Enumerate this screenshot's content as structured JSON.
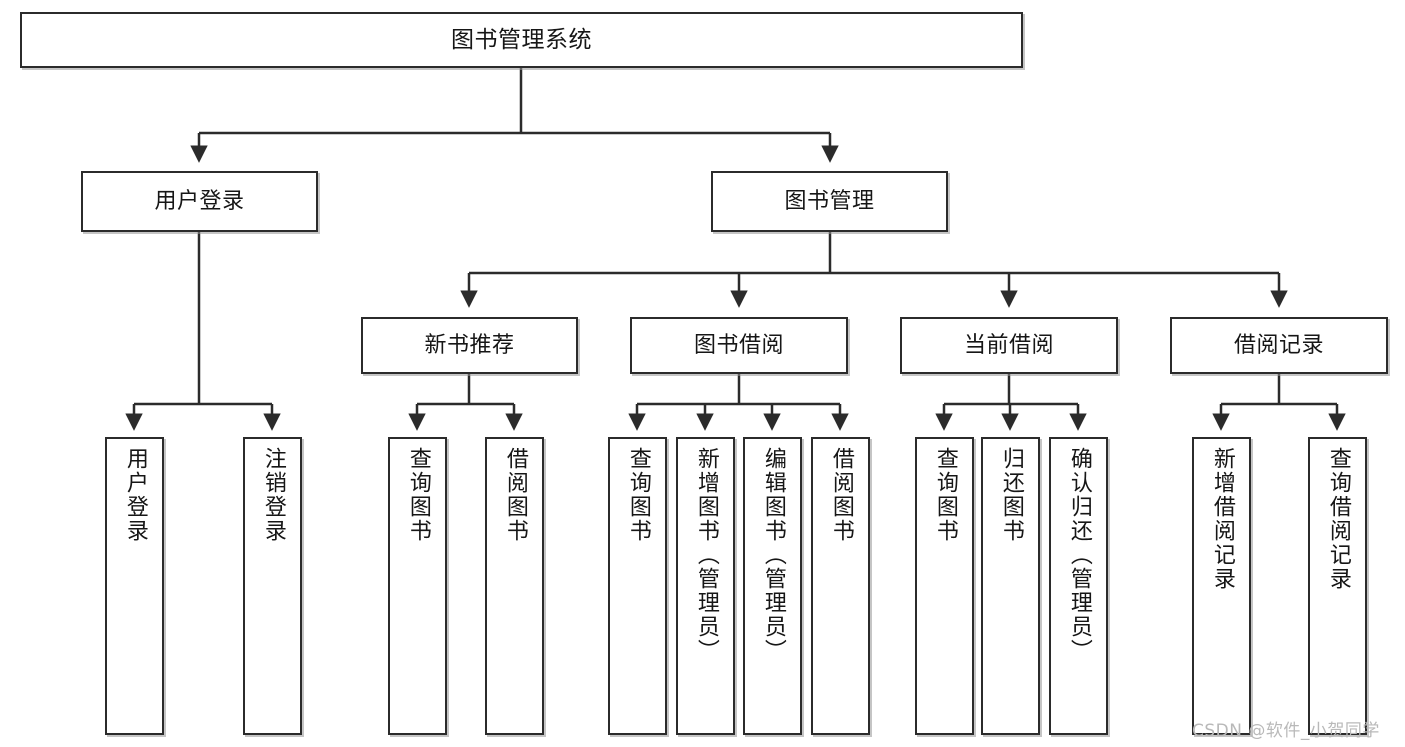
{
  "diagram": {
    "title": "图书管理系统",
    "type": "tree",
    "watermark": "CSDN @软件_小贺同学",
    "colors": {
      "background": "#ffffff",
      "box_border": "#2b2b2b",
      "box_fill": "#ffffff",
      "edge": "#2b2b2b",
      "text": "#161616",
      "watermark": "#b9b9b9"
    },
    "nodes": {
      "root": {
        "label": "图书管理系统"
      },
      "level2": [
        {
          "label": "用户登录"
        },
        {
          "label": "图书管理"
        }
      ],
      "level3": [
        {
          "label": "新书推荐"
        },
        {
          "label": "图书借阅"
        },
        {
          "label": "当前借阅"
        },
        {
          "label": "借阅记录"
        }
      ],
      "leaves": {
        "user_login": [
          {
            "label": "用户登录"
          },
          {
            "label": "注销登录"
          }
        ],
        "new_book_recommend": [
          {
            "label": "查询图书"
          },
          {
            "label": "借阅图书"
          }
        ],
        "book_borrow": [
          {
            "label": "查询图书"
          },
          {
            "label": "新增图书（管理员）"
          },
          {
            "label": "编辑图书（管理员）"
          },
          {
            "label": "借阅图书"
          }
        ],
        "current_borrow": [
          {
            "label": "查询图书"
          },
          {
            "label": "归还图书"
          },
          {
            "label": "确认归还（管理员）"
          }
        ],
        "borrow_record": [
          {
            "label": "新增借阅记录"
          },
          {
            "label": "查询借阅记录"
          }
        ]
      }
    }
  }
}
